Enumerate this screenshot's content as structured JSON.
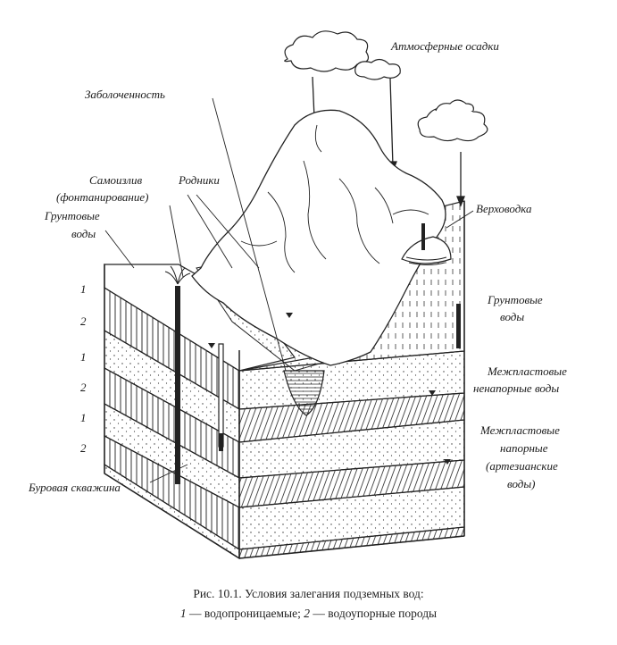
{
  "labels": {
    "precipitation": "Атмосферные осадки",
    "swamping": "Заболоченность",
    "self_outflow_1": "Самоизлив",
    "self_outflow_2": "(фонтанирование)",
    "springs": "Родники",
    "groundwater_left_1": "Грунтовые",
    "groundwater_left_2": "воды",
    "perched_water": "Верховодка",
    "groundwater_right_1": "Грунтовые",
    "groundwater_right_2": "воды",
    "nonpressure_1": "Межпластовые",
    "nonpressure_2": "ненапорные воды",
    "pressure_1": "Межпластовые",
    "pressure_2": "напорные",
    "pressure_3": "(артезианские",
    "pressure_4": "воды)",
    "borehole": "Буровая скважина"
  },
  "layer_numbers": [
    "1",
    "2",
    "1",
    "2",
    "1",
    "2"
  ],
  "caption": {
    "line1": "Рис. 10.1. Условия залегания подземных вод:",
    "num1": "1",
    "text1": " — водопроницаемые; ",
    "num2": "2",
    "text2": " — водоупорные породы"
  }
}
